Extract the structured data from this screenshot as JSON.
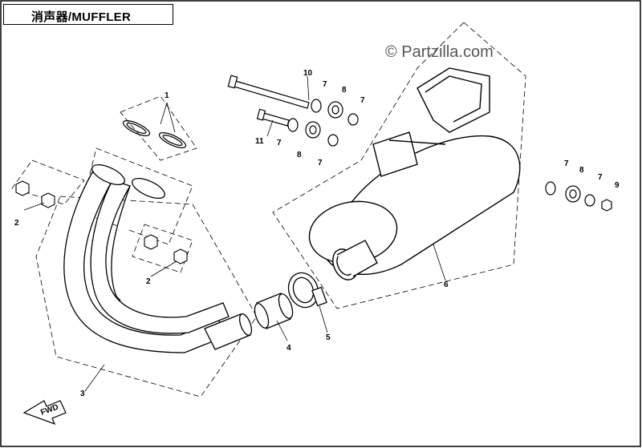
{
  "title": "消声器/MUFFLER",
  "watermark": "© Partzilla.com",
  "callouts": {
    "c1": "1",
    "c2a": "2",
    "c2b": "2",
    "c3": "3",
    "c4": "4",
    "c5": "5",
    "c6": "6",
    "c7a": "7",
    "c7b": "7",
    "c7c": "7",
    "c7d": "7",
    "c7e": "7",
    "c7f": "7",
    "c8a": "8",
    "c8b": "8",
    "c8c": "8",
    "c9": "9",
    "c10": "10",
    "c11": "11"
  },
  "direction_label": "FWD"
}
